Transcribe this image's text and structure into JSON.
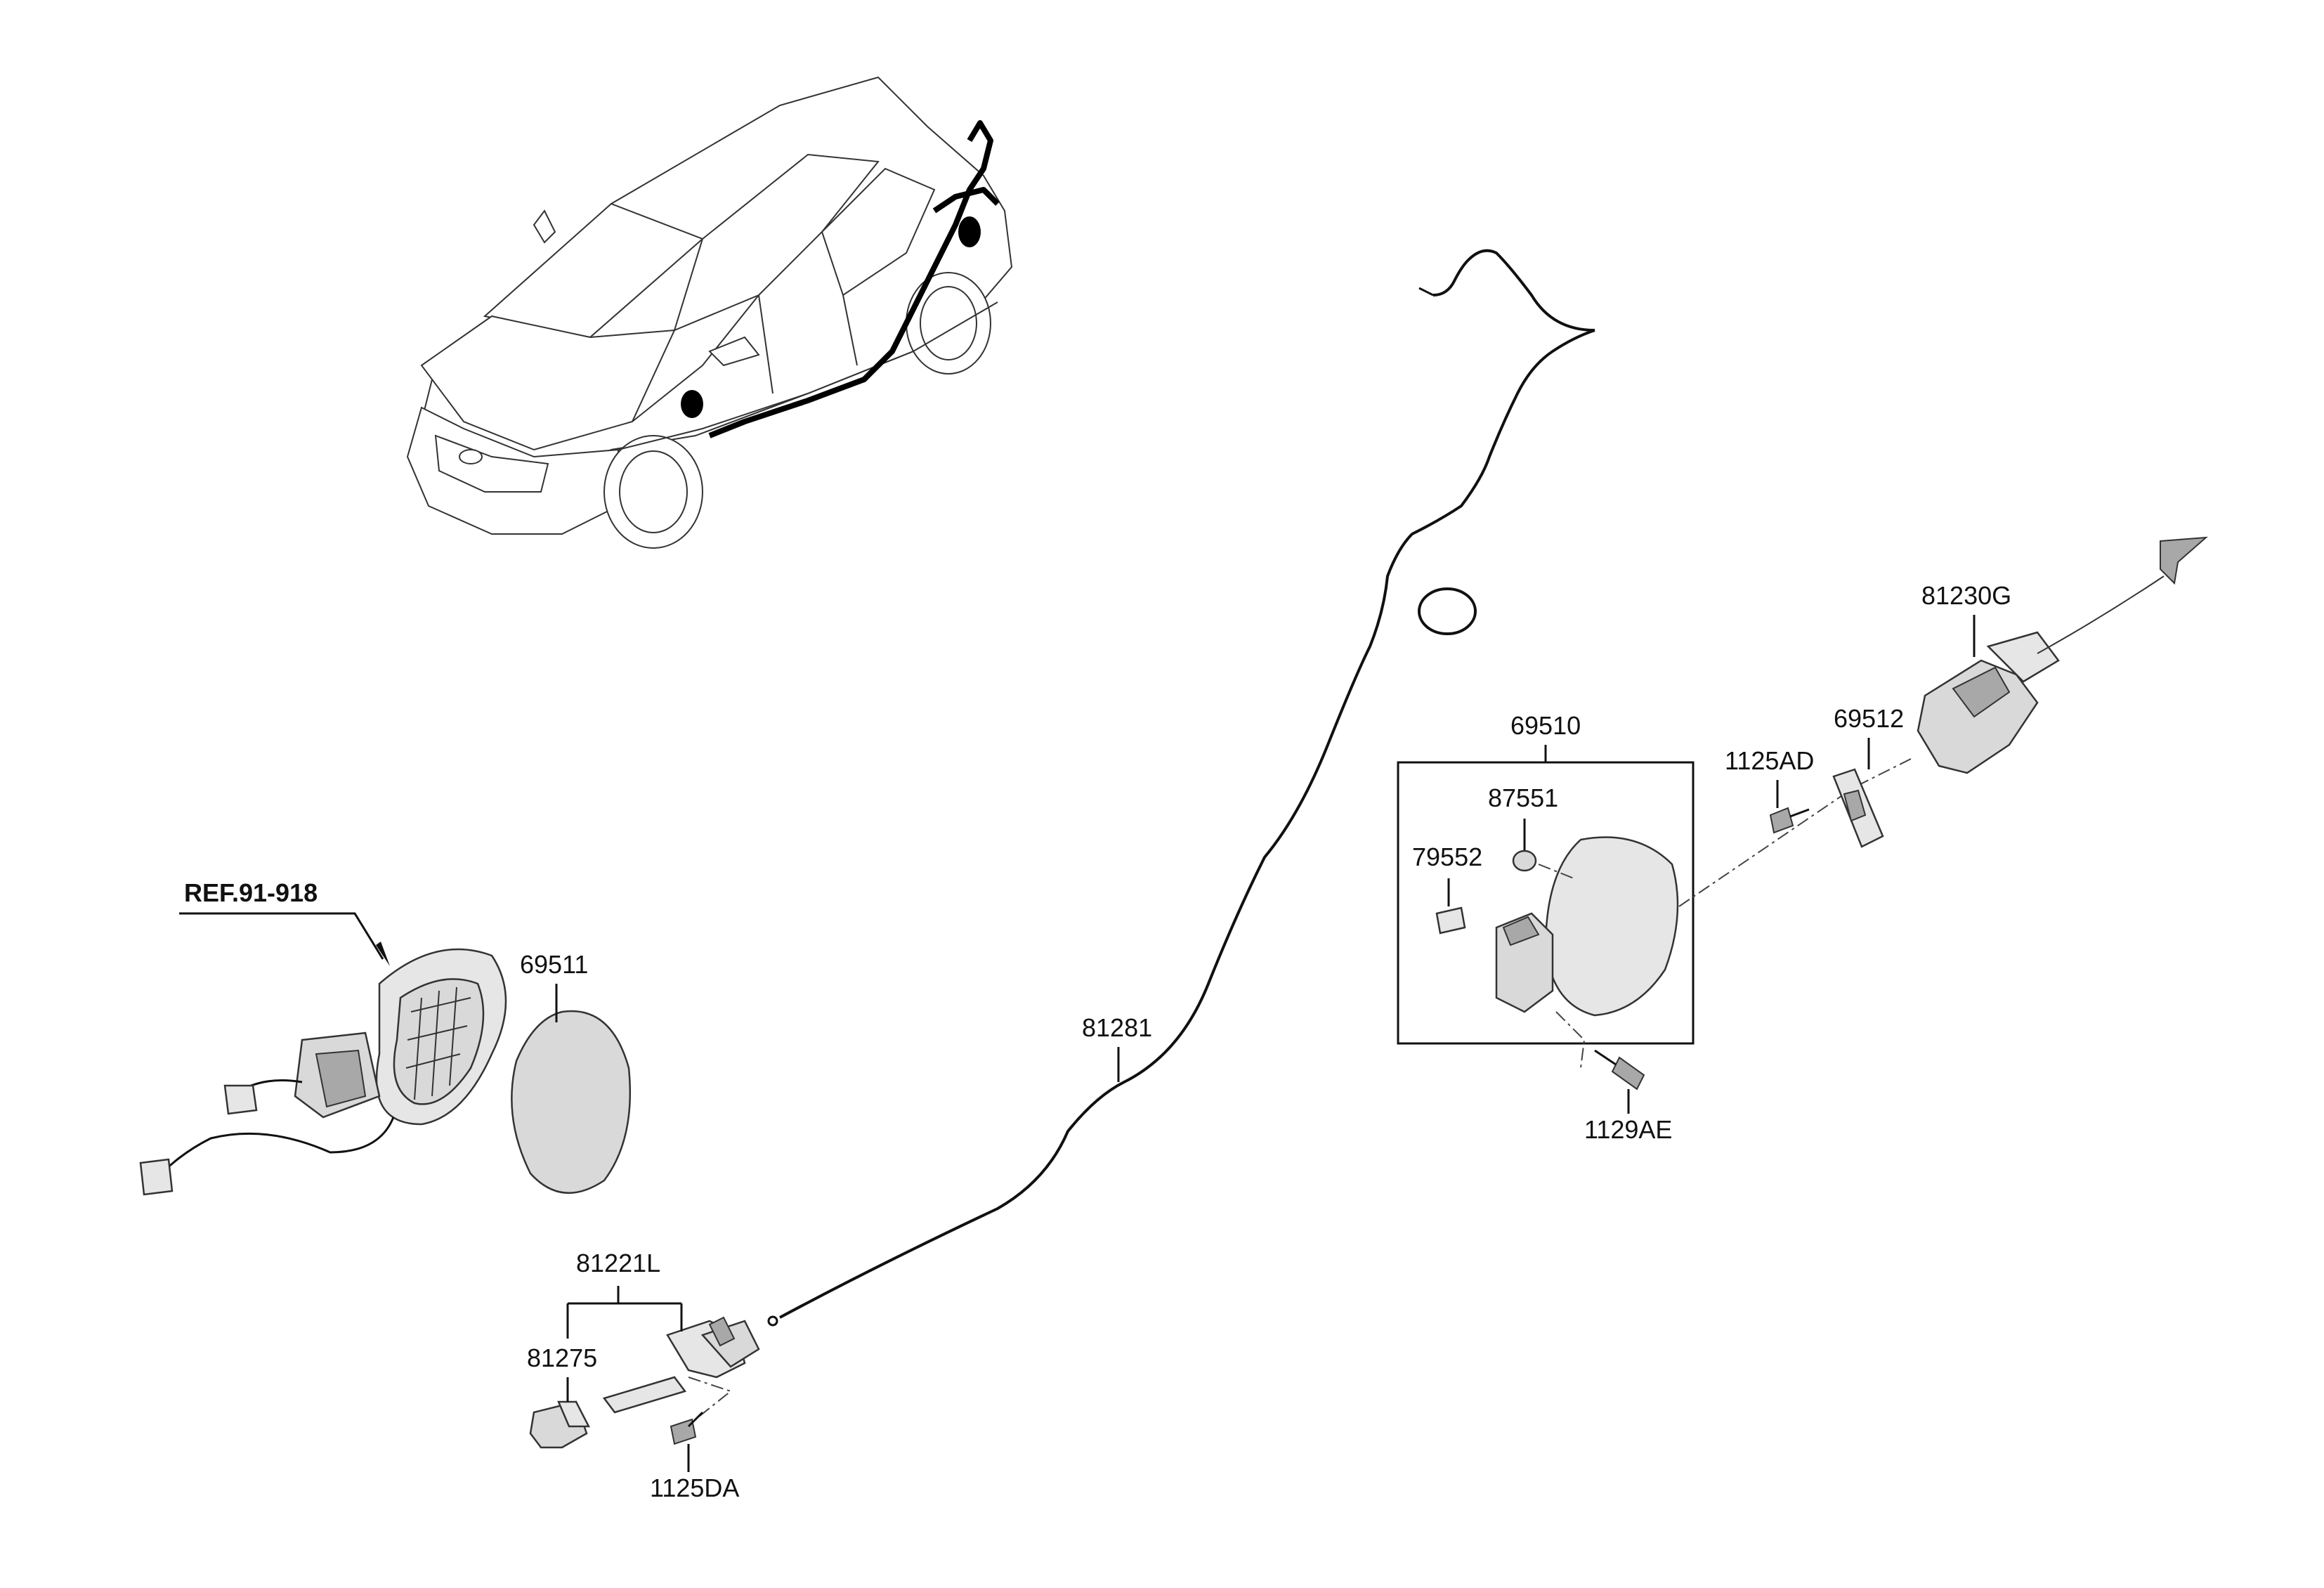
{
  "callouts": {
    "ref_91_918": "REF.91-918",
    "p69511": "69511",
    "p81281": "81281",
    "p81221L": "81221L",
    "p81275": "81275",
    "p1125DA": "1125DA",
    "p69510": "69510",
    "p87551": "87551",
    "p79552": "79552",
    "p1129AE": "1129AE",
    "p1125AD": "1125AD",
    "p69512": "69512",
    "p81230G": "81230G"
  }
}
